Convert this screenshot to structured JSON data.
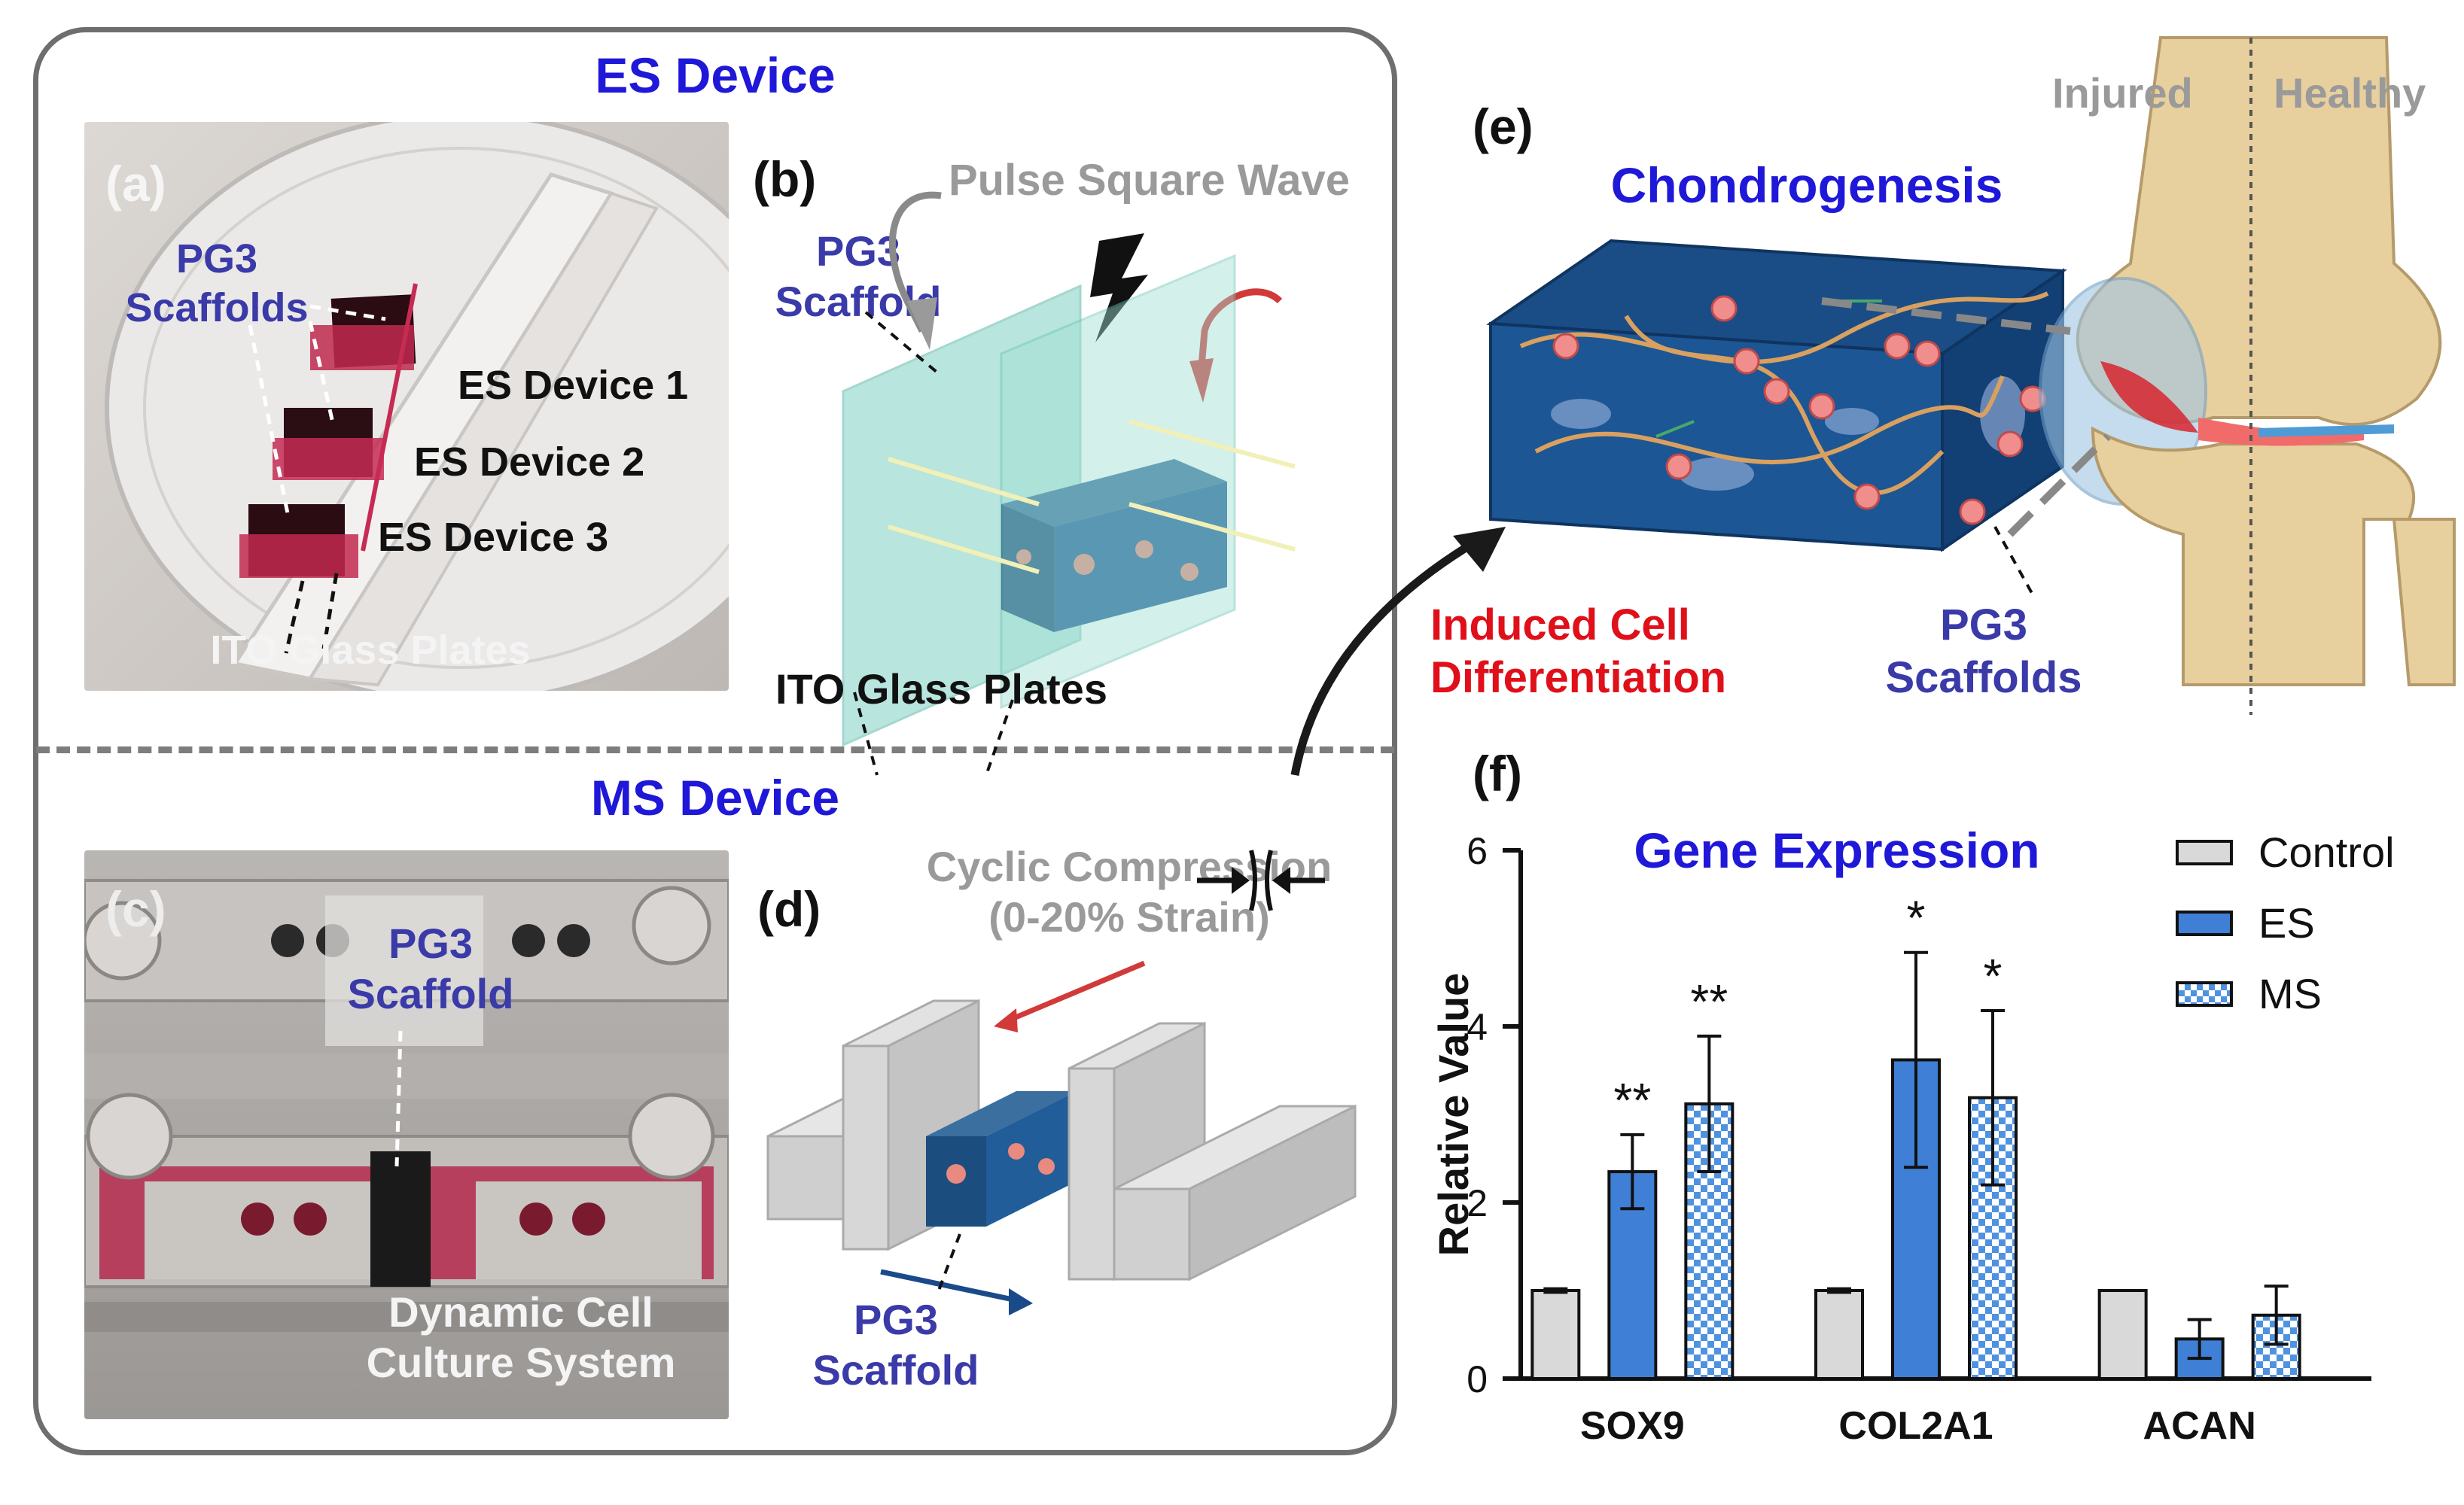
{
  "sections": {
    "es_title": "ES Device",
    "ms_title": "MS Device"
  },
  "panels": {
    "a": {
      "label": "(a)",
      "scaffolds": "PG3\nScaffolds",
      "device1": "ES Device 1",
      "device2": "ES Device 2",
      "device3": "ES Device 3",
      "plates": "ITO Glass Plates"
    },
    "b": {
      "label": "(b)",
      "wave": "Pulse Square Wave",
      "scaffold": "PG3\nScaffold",
      "plates": "ITO Glass Plates"
    },
    "c": {
      "label": "(c)",
      "scaffold": "PG3\nScaffold",
      "system": "Dynamic Cell\nCulture System"
    },
    "d": {
      "label": "(d)",
      "compression": "Cyclic Compression\n(0-20% Strain)",
      "scaffold": "PG3\nScaffold"
    },
    "e": {
      "label": "(e)",
      "title": "Chondrogenesis",
      "induced": "Induced Cell\nDifferentiation",
      "scaffolds": "PG3\nScaffolds",
      "injured": "Injured",
      "healthy": "Healthy"
    },
    "f": {
      "label": "(f)"
    }
  },
  "colors": {
    "title_blue": "#1f18d8",
    "label_blue": "#3a3aa8",
    "red": "#e0101a",
    "control": "#d9d9d9",
    "es": "#3f80d6",
    "ms": "#4f92e0"
  },
  "chart_data": {
    "type": "bar",
    "title": "Gene Expression",
    "ylabel": "Relative Value",
    "xlabel": "",
    "ylim": [
      0,
      6
    ],
    "yticks": [
      0,
      2,
      4,
      6
    ],
    "categories": [
      "SOX9",
      "COL2A1",
      "ACAN"
    ],
    "series": [
      {
        "name": "Control",
        "values": [
          1.0,
          1.0,
          1.0
        ],
        "errors": [
          0.02,
          0.02,
          0.0
        ],
        "sig": [
          "",
          "",
          ""
        ]
      },
      {
        "name": "ES",
        "values": [
          2.35,
          3.62,
          0.45
        ],
        "errors": [
          0.42,
          1.22,
          0.22
        ],
        "sig": [
          "**",
          "*",
          ""
        ]
      },
      {
        "name": "MS",
        "values": [
          3.12,
          3.19,
          0.72
        ],
        "errors": [
          0.77,
          0.99,
          0.33
        ],
        "sig": [
          "**",
          "*",
          ""
        ]
      }
    ],
    "legend_position": "top-right"
  }
}
